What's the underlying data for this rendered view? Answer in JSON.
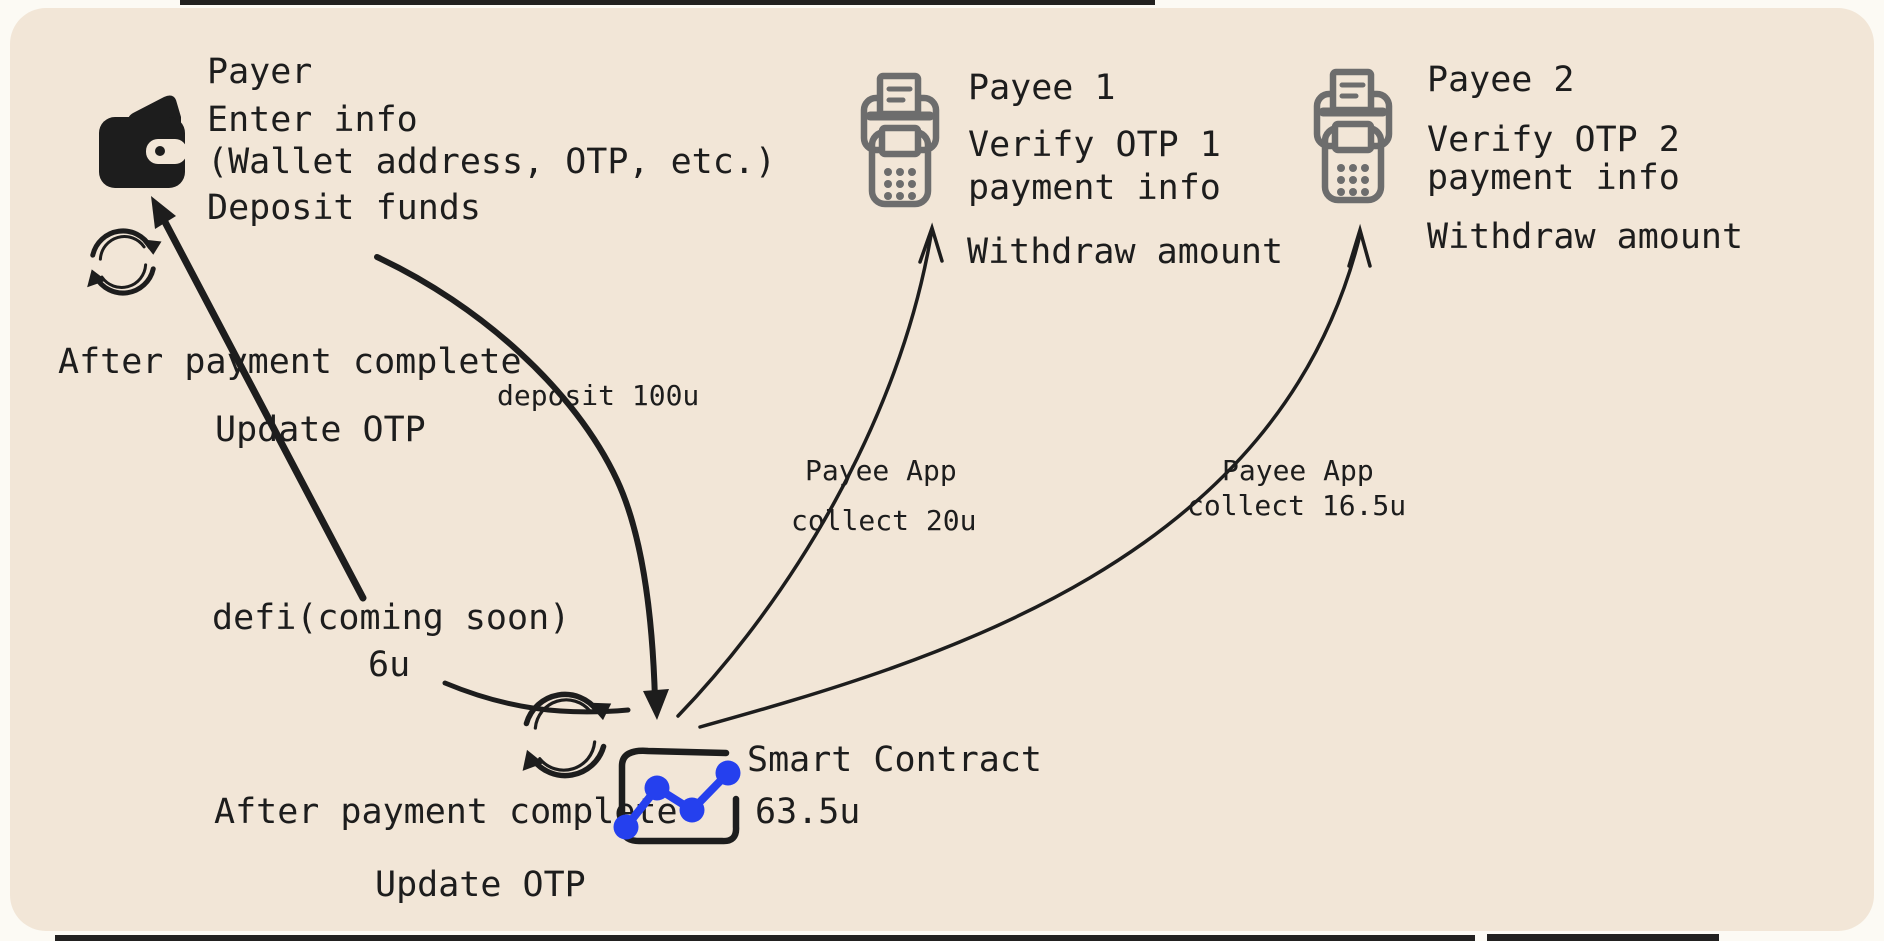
{
  "colors": {
    "canvas": "#f2e6d7",
    "page": "#fcfaf4",
    "ink": "#1d1d1d",
    "icon_gray": "#6d6d6d",
    "accent_blue": "#2540ee"
  },
  "payer": {
    "title": "Payer",
    "info_line1": "Enter info",
    "info_line2": "(Wallet address, OTP, etc.)",
    "info_line3": "Deposit funds",
    "after_note": "After payment complete",
    "update_note": "Update OTP"
  },
  "payee1": {
    "title": "Payee 1",
    "verify_line1": "Verify OTP 1",
    "verify_line2": "payment info",
    "withdraw": "Withdraw amount"
  },
  "payee2": {
    "title": "Payee 2",
    "verify_line1": "Verify OTP 2",
    "verify_line2": "payment info",
    "withdraw": "Withdraw amount"
  },
  "smart_contract": {
    "title": "Smart Contract",
    "balance": "63.5u",
    "after_note": "After payment complete",
    "update_note": "Update OTP"
  },
  "edges": {
    "deposit_label": "deposit 100u",
    "payee1_label_line1": "Payee App",
    "payee1_label_line2": "collect 20u",
    "payee2_label_line1": "Payee App",
    "payee2_label_line2": "collect 16.5u",
    "defi_label_line1": "defi(coming soon)",
    "defi_label_line2": "6u"
  }
}
